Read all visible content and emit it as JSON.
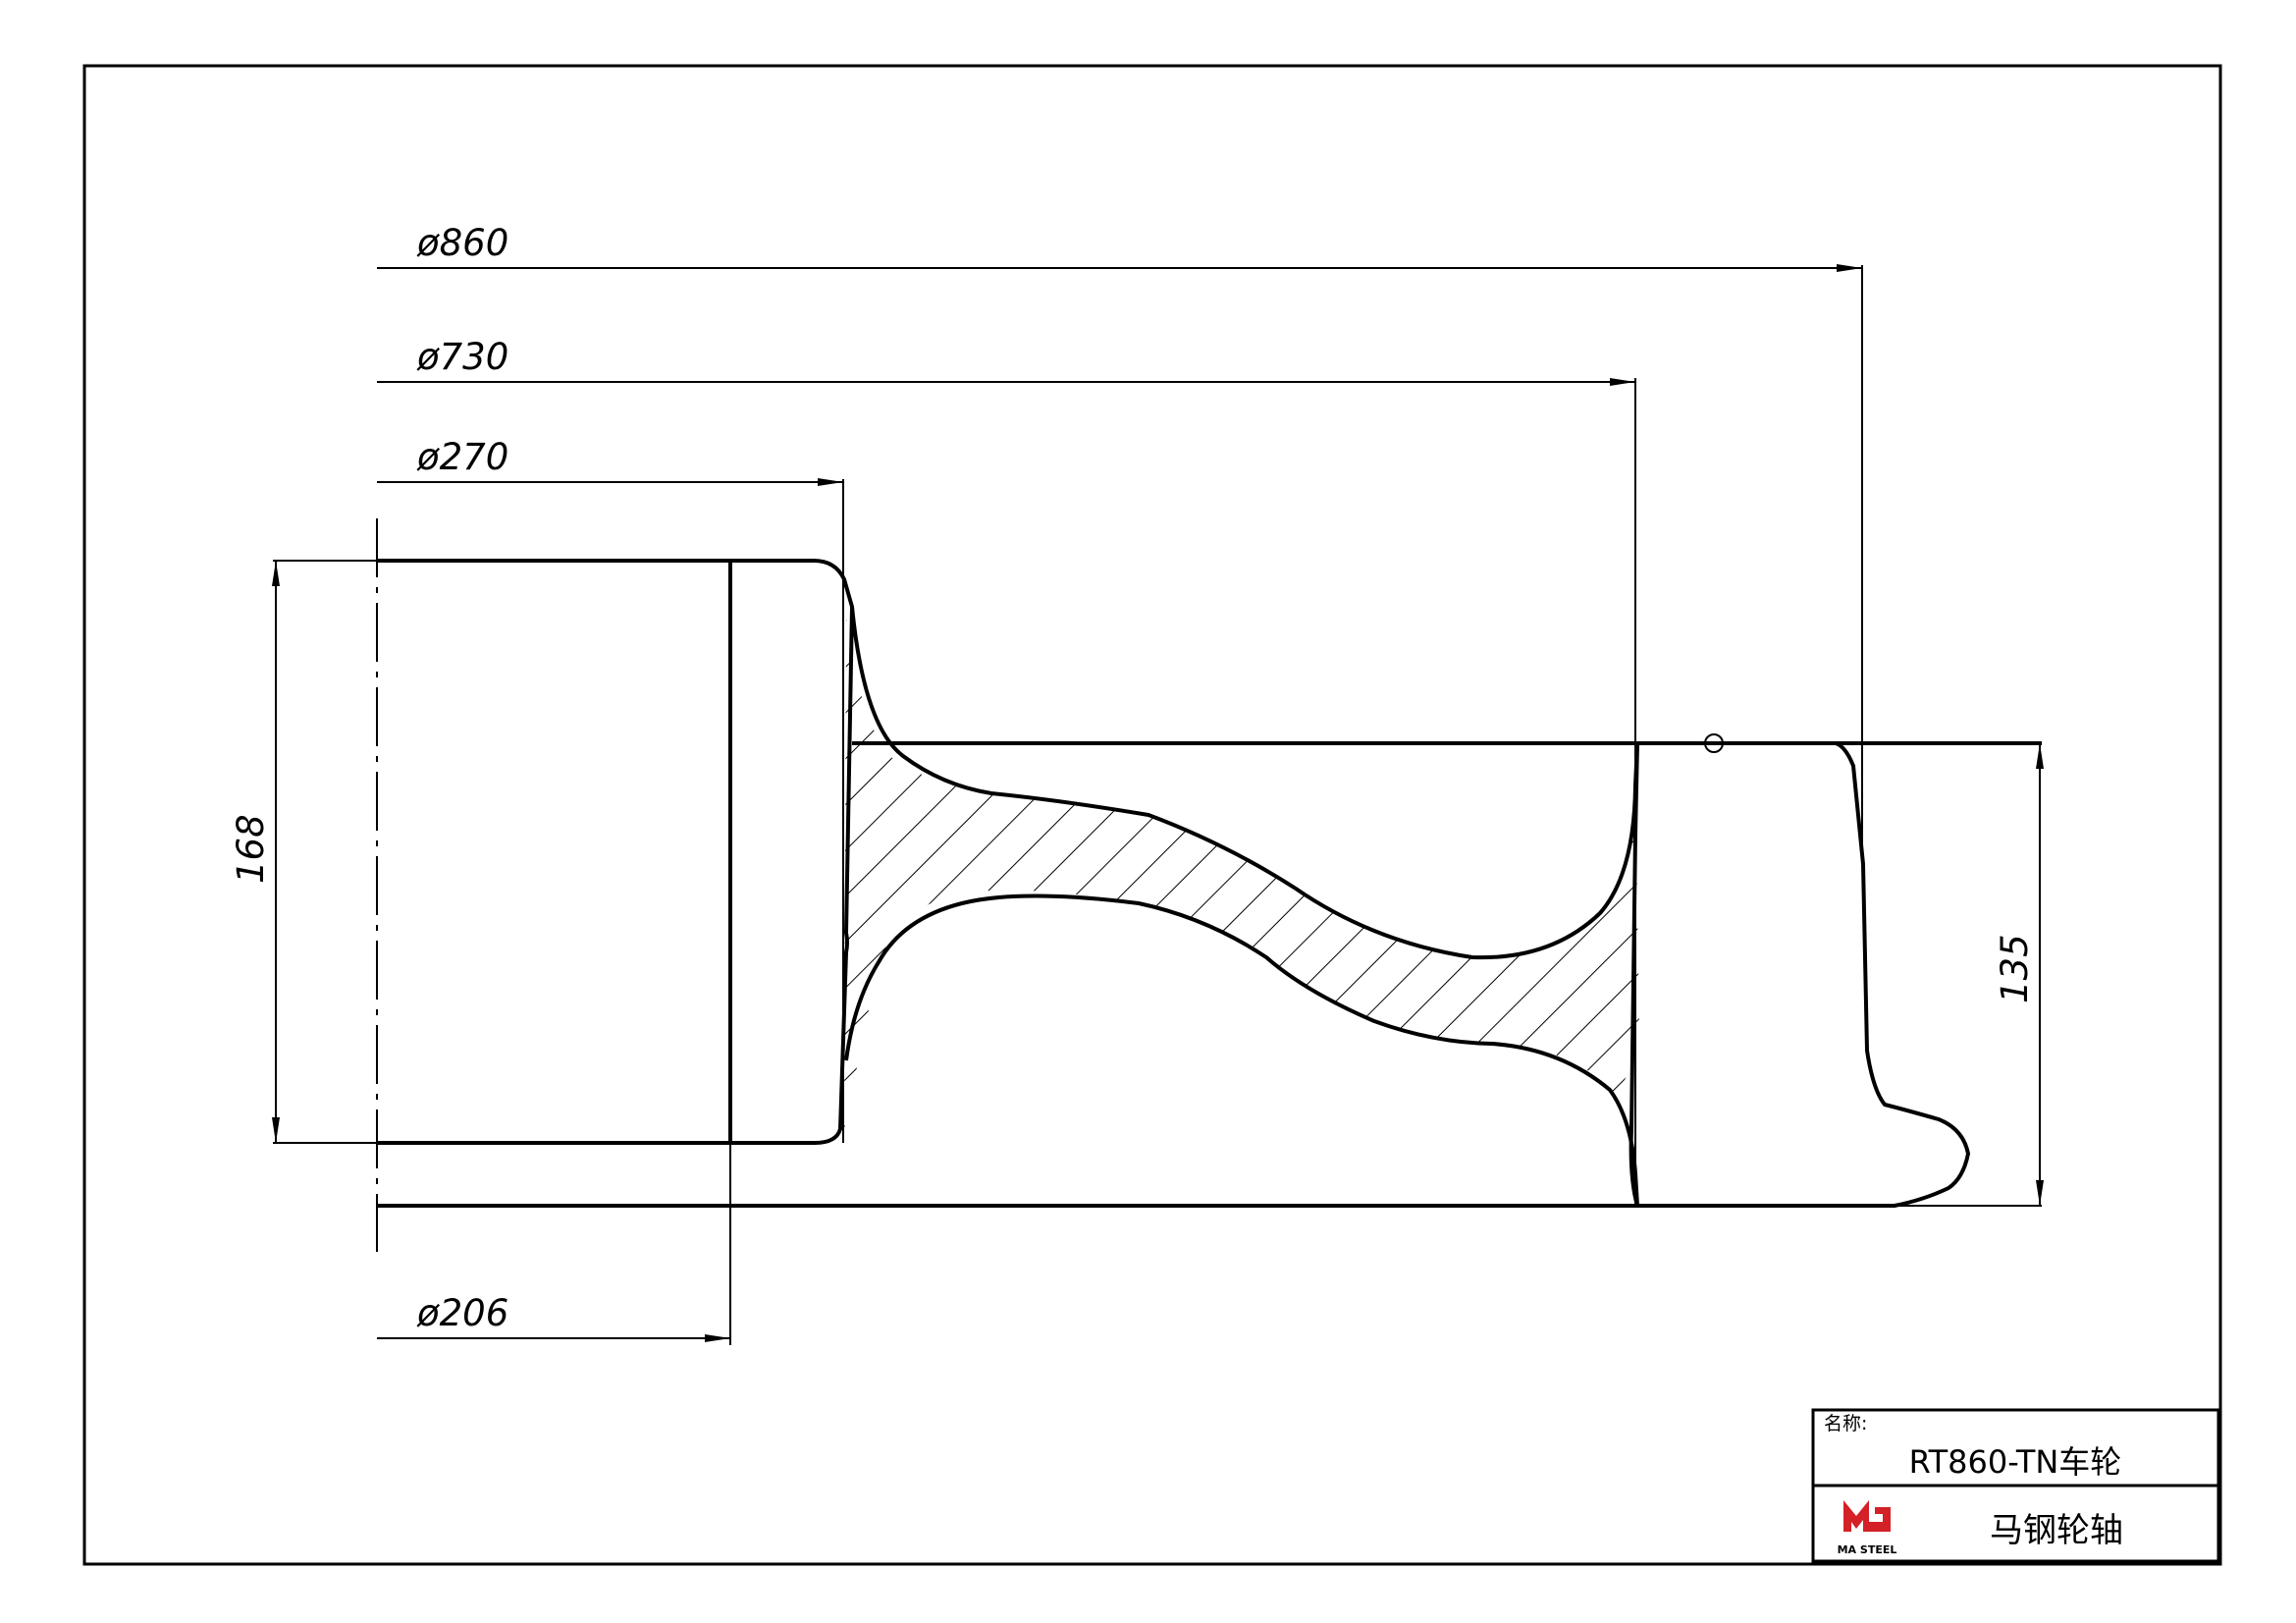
{
  "dimensions": {
    "d860": "ø860",
    "d730": "ø730",
    "d270": "ø270",
    "d206": "ø206",
    "h168": "168",
    "h135": "135"
  },
  "title_block": {
    "name_label": "名称:",
    "part_name": "RT860-TN车轮",
    "company": "马钢轮轴",
    "logo_text": "MA STEEL",
    "logo_color": "#d42027"
  }
}
